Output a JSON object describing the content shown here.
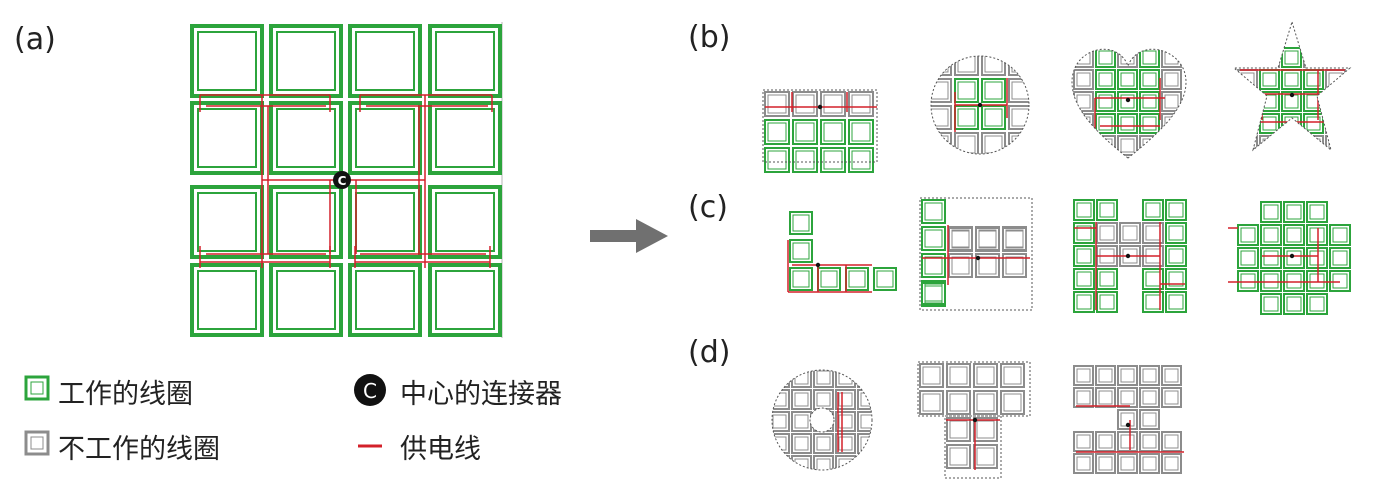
{
  "panels": {
    "a": "(a)",
    "b": "(b)",
    "c": "(c)",
    "d": "(d)"
  },
  "connector_symbol": "C",
  "legend": {
    "working_coil": "工作的线圈",
    "idle_coil": "不工作的线圈",
    "center_connector": "中心的连接器",
    "power_line": "供电线"
  },
  "colors": {
    "working": "#2ca43c",
    "idle": "#8c8c8c",
    "power": "#d3202a",
    "connector": "#111111",
    "arrow": "#707070"
  },
  "icons": {
    "arrow": "right-arrow-icon",
    "connector": "center-connector-icon"
  }
}
